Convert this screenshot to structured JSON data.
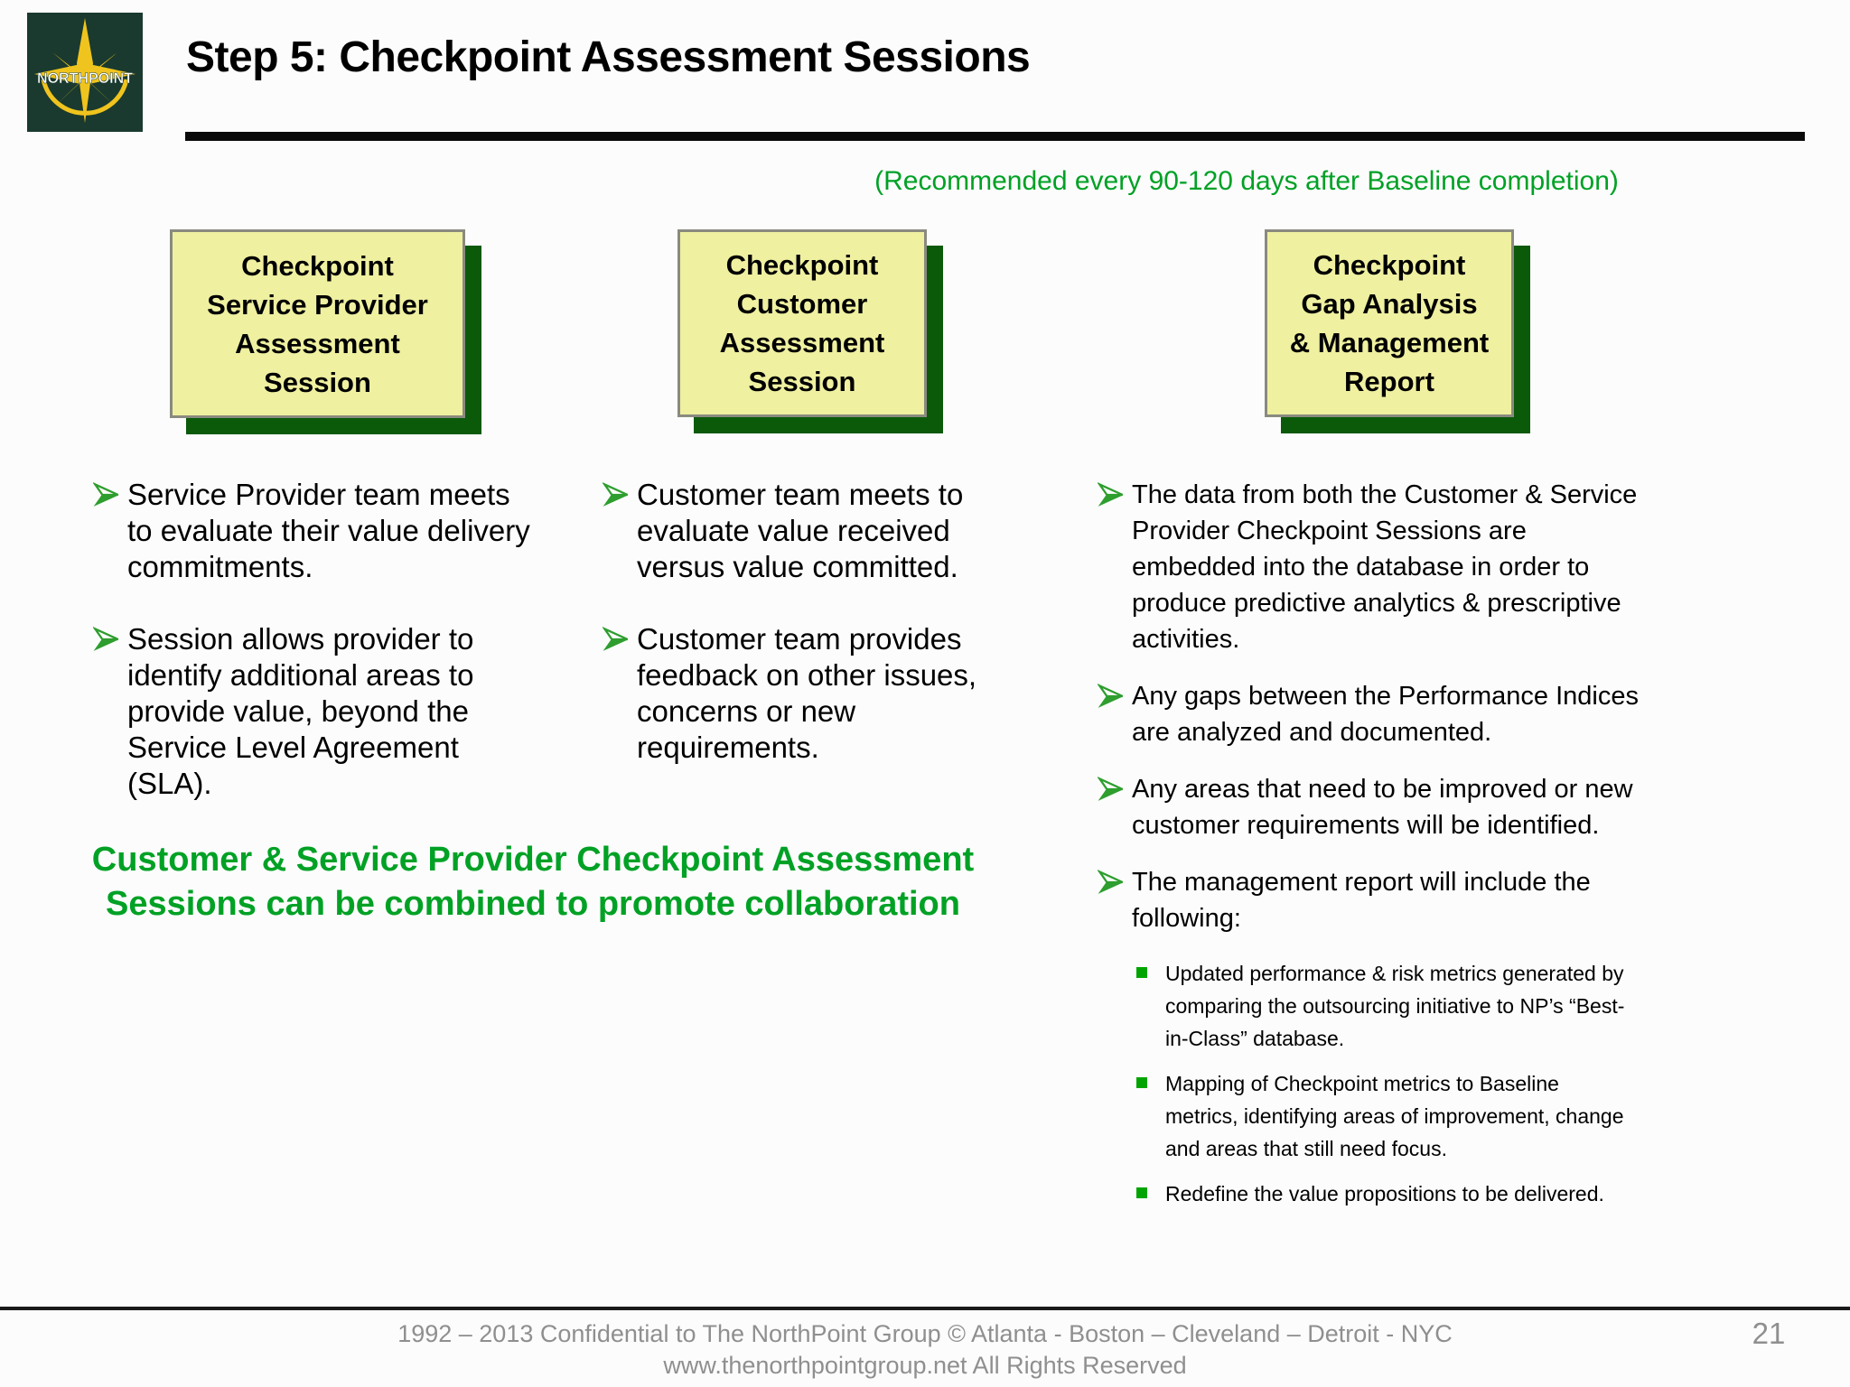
{
  "header": {
    "title": "Step 5: Checkpoint Assessment Sessions",
    "logo_text": "NORTHPOINT"
  },
  "recommendation": "(Recommended every 90-120 days after Baseline completion)",
  "boxes": [
    {
      "label": "Checkpoint\nService Provider\nAssessment\nSession"
    },
    {
      "label": "Checkpoint\nCustomer\nAssessment\nSession"
    },
    {
      "label": "Checkpoint\nGap Analysis\n& Management\nReport"
    }
  ],
  "columns": [
    {
      "bullets": [
        "Service Provider team meets to evaluate their value delivery commitments.",
        "Session allows provider to identify additional areas to provide value, beyond the Service Level Agreement (SLA)."
      ]
    },
    {
      "bullets": [
        "Customer team meets to evaluate value received versus value committed.",
        "Customer team provides feedback on other issues, concerns or new requirements."
      ]
    },
    {
      "bullets": [
        "The data from both the Customer & Service Provider Checkpoint Sessions are embedded into the database in order to produce predictive analytics & prescriptive activities.",
        "Any gaps between the Performance Indices are analyzed and documented.",
        "Any areas that need to be improved or new customer requirements will be identified.",
        "The management report will include the following:"
      ],
      "sub_bullets": [
        "Updated performance & risk metrics generated by comparing the outsourcing initiative to NP’s “Best-in-Class” database.",
        "Mapping of Checkpoint metrics to Baseline metrics, identifying areas of improvement, change and areas that still need  focus.",
        "Redefine the value propositions to be delivered."
      ]
    }
  ],
  "statement": "Customer & Service Provider Checkpoint Assessment Sessions can be combined to promote collaboration",
  "footer": {
    "line1": "1992 – 2013  Confidential to The NorthPoint Group ©  Atlanta - Boston – Cleveland – Detroit - NYC",
    "line2": "www.thenorthpointgroup.net All Rights Reserved",
    "page_number": "21"
  },
  "colors": {
    "green_text": "#00A125",
    "box_fill": "#EFF0A0",
    "box_border": "#8A8A80",
    "box_shadow_green": "#0A5A0A",
    "arrow_bullet_green": "#2E9E2E",
    "square_bullet_green": "#00A400",
    "logo_background_green": "#1A3A2F",
    "logo_gold": "#F0C41E",
    "footer_gray": "#8F8F8F"
  }
}
